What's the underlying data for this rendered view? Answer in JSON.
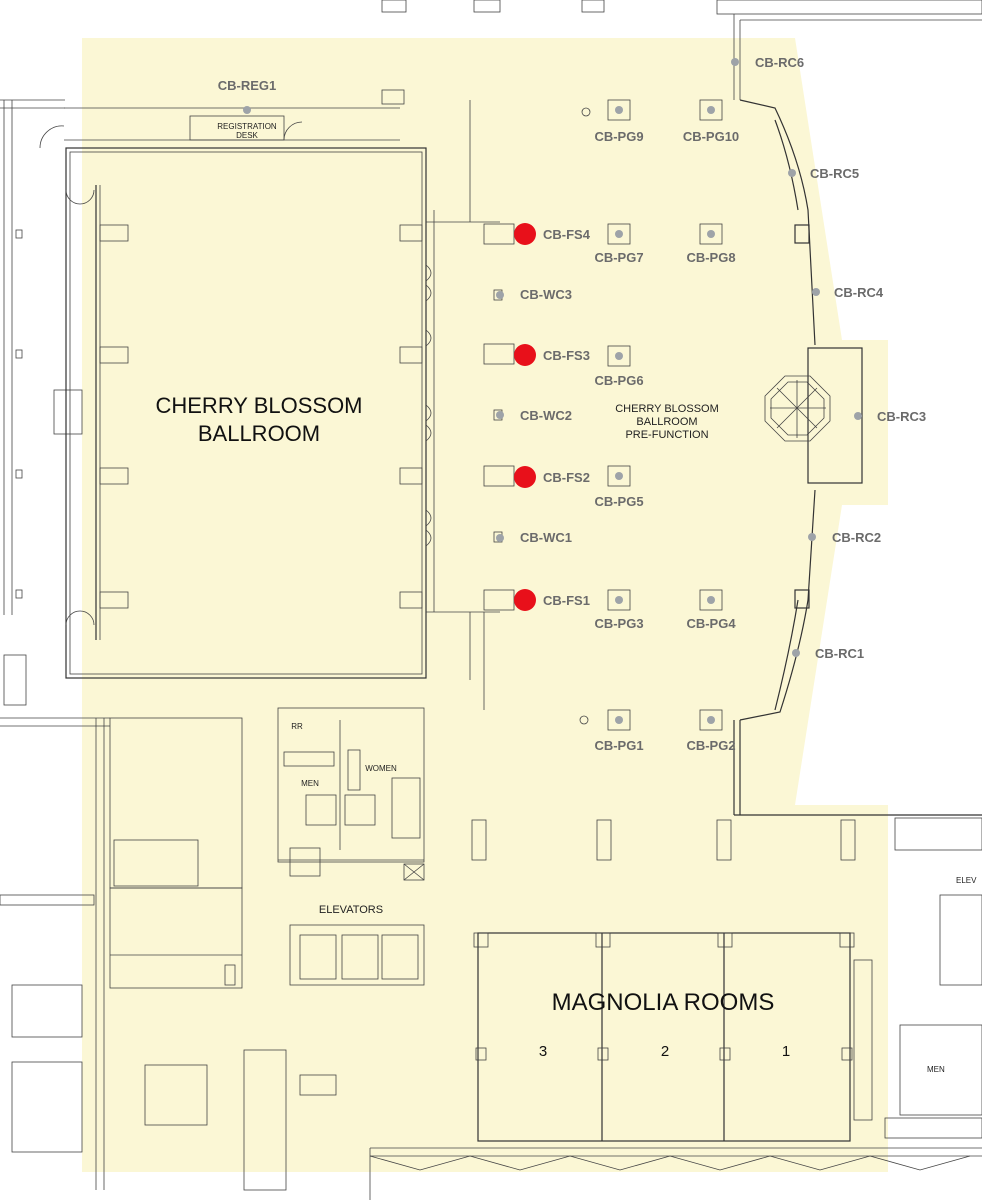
{
  "rooms": {
    "ballroom_line1": "CHERRY BLOSSOM",
    "ballroom_line2": "BALLROOM",
    "prefunction_line1": "CHERRY BLOSSOM",
    "prefunction_line2": "BALLROOM",
    "prefunction_line3": "PRE-FUNCTION",
    "magnolia": "MAGNOLIA ROOMS",
    "magnolia_1": "1",
    "magnolia_2": "2",
    "magnolia_3": "3",
    "registration_line1": "REGISTRATION",
    "registration_line2": "DESK",
    "elevators": "ELEVATORS",
    "men": "MEN",
    "women": "WOMEN",
    "rr": "RR",
    "men_right": "MEN",
    "elev_partial": "ELEV"
  },
  "markers": {
    "reg1": "CB-REG1",
    "rc6": "CB-RC6",
    "rc5": "CB-RC5",
    "rc4": "CB-RC4",
    "rc3": "CB-RC3",
    "rc2": "CB-RC2",
    "rc1": "CB-RC1",
    "fs4": "CB-FS4",
    "fs3": "CB-FS3",
    "fs2": "CB-FS2",
    "fs1": "CB-FS1",
    "wc3": "CB-WC3",
    "wc2": "CB-WC2",
    "wc1": "CB-WC1",
    "pg1": "CB-PG1",
    "pg2": "CB-PG2",
    "pg3": "CB-PG3",
    "pg4": "CB-PG4",
    "pg5": "CB-PG5",
    "pg6": "CB-PG6",
    "pg7": "CB-PG7",
    "pg8": "CB-PG8",
    "pg9": "CB-PG9",
    "pg10": "CB-PG10"
  },
  "colors": {
    "floor": "#fbf7d5",
    "point_gray": "#9ea3a8",
    "point_red": "#e8101a",
    "label_gray": "#6b6b6b"
  }
}
